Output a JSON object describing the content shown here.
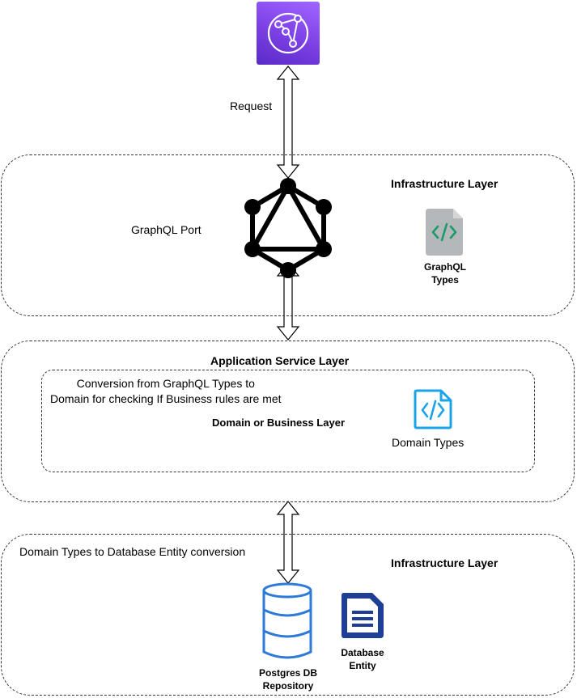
{
  "top_service": {
    "icon": "appsync-icon",
    "accent": "#7c3aed"
  },
  "request_label": "Request",
  "infra_top": {
    "title": "Infrastructure Layer",
    "port_label": "GraphQL Port",
    "port_icon": "graphql-icon",
    "types_icon": "code-file-icon",
    "types_label_line1": "GraphQL",
    "types_label_line2": "Types"
  },
  "app_layer": {
    "title": "Application Service Layer",
    "conversion_line1": "Conversion from GraphQL Types to",
    "conversion_line2": "Domain for checking If Business rules are met",
    "domain_title": "Domain or Business Layer",
    "domain_types_label": "Domain Types",
    "domain_icon_color": "#1aa3e8"
  },
  "infra_bottom": {
    "title": "Infrastructure Layer",
    "conversion_label": "Domain Types to Database Entity conversion",
    "db_label_line1": "Postgres DB",
    "db_label_line2": "Repository",
    "db_icon_color": "#2d7bd6",
    "entity_label_line1": "Database",
    "entity_label_line2": "Entity",
    "entity_icon_color": "#1f3f96"
  }
}
